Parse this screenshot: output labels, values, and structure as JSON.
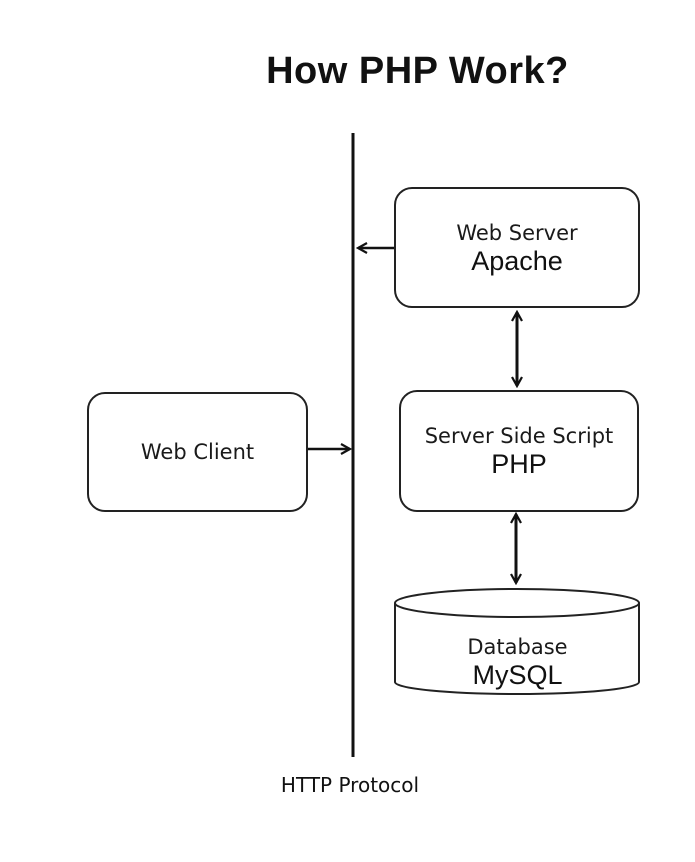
{
  "title": "How PHP Work?",
  "nodes": {
    "web_server": {
      "line1": "Web Server",
      "line2": "Apache"
    },
    "web_client": {
      "line1": "Web Client"
    },
    "server_script": {
      "line1": "Server Side Script",
      "line2": "PHP"
    },
    "database": {
      "line1": "Database",
      "line2": "MySQL"
    }
  },
  "protocol_label": "HTTP Protocol"
}
